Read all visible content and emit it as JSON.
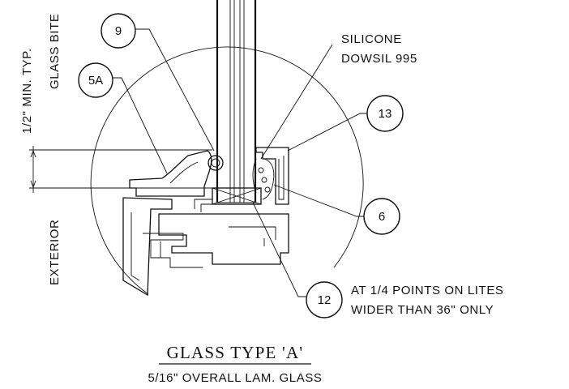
{
  "labels": {
    "bite_dimension": "1/2\" MIN. TYP.",
    "bite_name": "GLASS BITE",
    "exterior": "EXTERIOR",
    "silicone_line1": "SILICONE",
    "silicone_line2": "DOWSIL 995",
    "note_line1": "AT 1/4 POINTS ON LITES",
    "note_line2": "WIDER THAN 36\" ONLY"
  },
  "callouts": {
    "c9": "9",
    "c5a": "5A",
    "c13": "13",
    "c6": "6",
    "c12": "12"
  },
  "title": "GLASS TYPE 'A'",
  "subtitle": "5/16\" OVERALL LAM. GLASS",
  "colors": {
    "ink": "#111111",
    "paper": "#ffffff"
  }
}
